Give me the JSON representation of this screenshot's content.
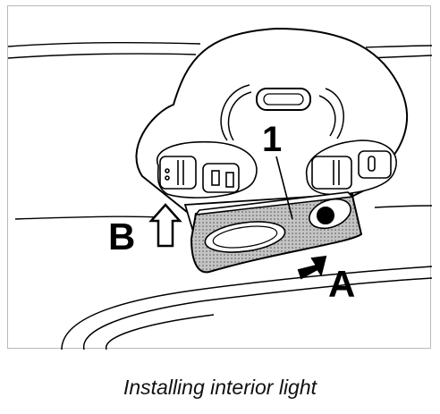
{
  "diagram": {
    "callouts": {
      "part_number": "1",
      "arrow_b": "B",
      "arrow_a": "A"
    },
    "caption": "Installing interior light"
  },
  "colors": {
    "line": "#000000",
    "lamp_fill": "#b8b8b8",
    "frame_border": "#b9b9b9"
  }
}
